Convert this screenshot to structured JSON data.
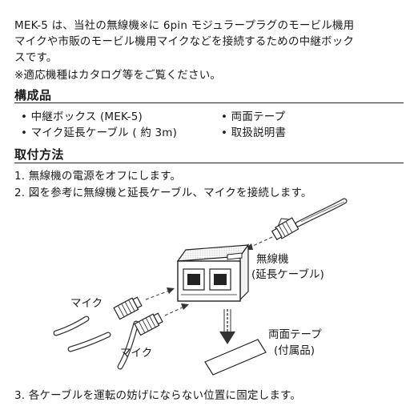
{
  "intro": {
    "line1": "MEK-5 は、当社の無線機※に 6pin モジュラープラグのモービル機用",
    "line2": "マイクや市販のモービル機用マイクなどを接続するための中継ボック",
    "line3": "スです。",
    "note": "※適応機種はカタログ等をご覧ください。"
  },
  "contents": {
    "heading": "構成品",
    "items": [
      "• 中継ボックス (MEK-5)",
      "• 両面テープ",
      "• マイク延長ケーブル ( 約 3m)",
      "• 取扱説明書"
    ]
  },
  "install": {
    "heading": "取付方法",
    "steps": [
      "1.  無線機の電源をオフにします。",
      "2.  図を参考に無線機と延長ケーブル、マイクを接続します。",
      "3.  各ケーブルを運転の妨げにならない位置に固定します。"
    ]
  },
  "diagram": {
    "label_radio_1": "無線機",
    "label_radio_2": "(延長ケーブル)",
    "label_mic_1": "マイク",
    "label_mic_2": "マイク",
    "label_tape_1": "両面テープ",
    "label_tape_2": "(付属品)"
  }
}
